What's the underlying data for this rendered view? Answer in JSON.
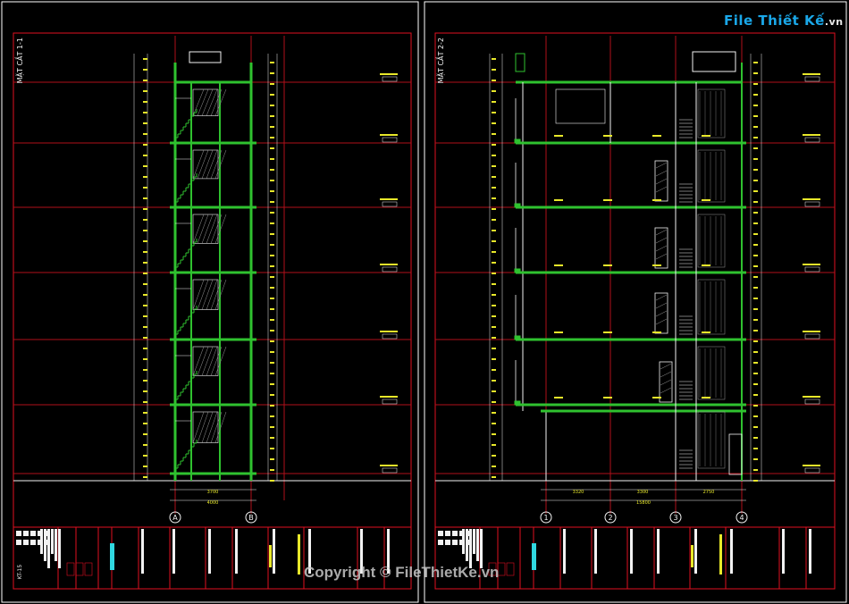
{
  "watermark": {
    "brand": "File Thiết Kế",
    "tld": ".vn",
    "copyright": "Copyright © FileThietKe.vn"
  },
  "sheet1": {
    "section_title": "MẶT CẮT 1-1",
    "axis_labels": [
      "A",
      "B"
    ],
    "dims_bottom": [
      "3700",
      "4000"
    ],
    "sheet_code": "KT-15"
  },
  "sheet2": {
    "section_title": "MẶT CẮT 2-2",
    "axis_labels": [
      "1",
      "2",
      "3",
      "4"
    ],
    "dims_bottom": [
      "3320",
      "3300",
      "2750",
      "15800"
    ]
  },
  "colors": {
    "background": "#000000",
    "structure": "#2fc22f",
    "grid": "#c0101a",
    "frame": "#e01020",
    "dimension": "#e8e82a",
    "white": "#f2f2f2",
    "cyan": "#30d8e0"
  }
}
